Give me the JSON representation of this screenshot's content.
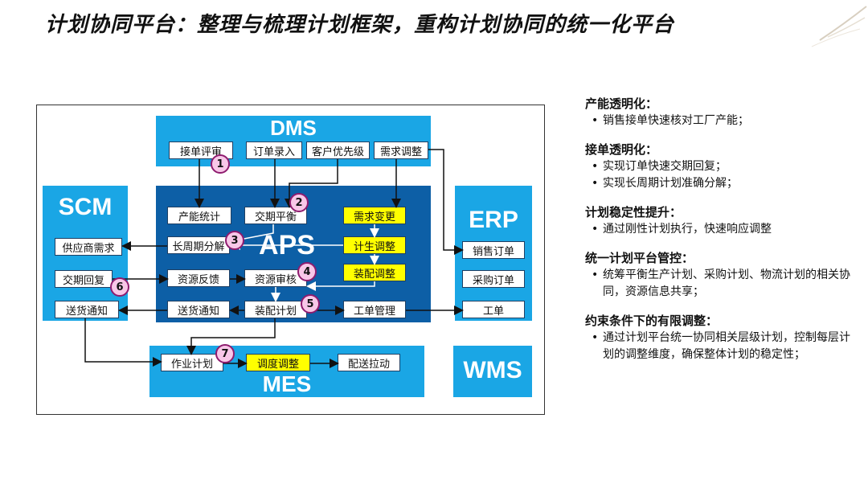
{
  "title": "计划协同平台：整理与梳理计划框架，重构计划协同的统一化平台",
  "systems": {
    "dms": "DMS",
    "scm": "SCM",
    "aps": "APS",
    "erp": "ERP",
    "mes": "MES",
    "wms": "WMS"
  },
  "nodes": {
    "order_review": "接单评审",
    "order_entry": "订单录入",
    "customer_priority": "客户优先级",
    "demand_adjust": "需求调整",
    "capacity_stats": "产能统计",
    "delivery_balance": "交期平衡",
    "demand_change": "需求变更",
    "long_term_breakdown": "长周期分解",
    "plan_adjust": "计生调整",
    "resource_feedback": "资源反馈",
    "resource_review": "资源审核",
    "assembly_adjust": "装配调整",
    "delivery_notice_aps": "送货通知",
    "assembly_plan": "装配计划",
    "work_order_mgmt": "工单管理",
    "supplier_demand": "供应商需求",
    "delivery_reply": "交期回复",
    "delivery_notice_scm": "送货通知",
    "sales_order": "销售订单",
    "purchase_order": "采购订单",
    "work_order": "工单",
    "job_plan": "作业计划",
    "dispatch_adjust": "调度调整",
    "delivery_pull": "配送拉动"
  },
  "badges": [
    "1",
    "2",
    "3",
    "4",
    "5",
    "6",
    "7"
  ],
  "colors": {
    "system_blue": "#1aa6e5",
    "aps_blue": "#0d5fa6",
    "highlight_yellow": "#ffff00",
    "badge_pink": "#f8c7e8",
    "badge_border": "#8e1b6e"
  },
  "sidebar": [
    {
      "heading": "产能透明化：",
      "bullets": [
        "销售接单快速核对工厂产能；"
      ]
    },
    {
      "heading": "接单透明化：",
      "bullets": [
        "实现订单快速交期回复；",
        "实现长周期计划准确分解；"
      ]
    },
    {
      "heading": "计划稳定性提升：",
      "bullets": [
        "通过刚性计划执行，快速响应调整"
      ]
    },
    {
      "heading": "统一计划平台管控：",
      "bullets": [
        "统筹平衡生产计划、采购计划、物流计划的相关协同，资源信息共享；"
      ]
    },
    {
      "heading": "约束条件下的有限调整：",
      "bullets": [
        "通过计划平台统一协同相关层级计划，控制每层计划的调整维度，确保整体计划的稳定性；"
      ]
    }
  ]
}
